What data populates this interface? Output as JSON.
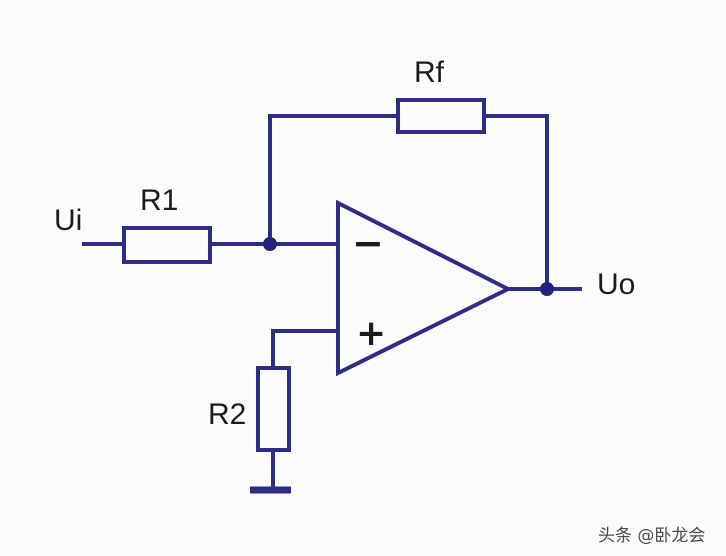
{
  "diagram": {
    "labels": {
      "rf": "Rf",
      "r1": "R1",
      "r2": "R2",
      "input": "Ui",
      "output": "Uo",
      "minus": "−",
      "plus": "+"
    },
    "colors": {
      "wire": "#2d2d86",
      "junction": "#22227a",
      "text": "#1b1b1b",
      "background": "#fbfbf9"
    }
  },
  "watermark": "头条 @卧龙会"
}
